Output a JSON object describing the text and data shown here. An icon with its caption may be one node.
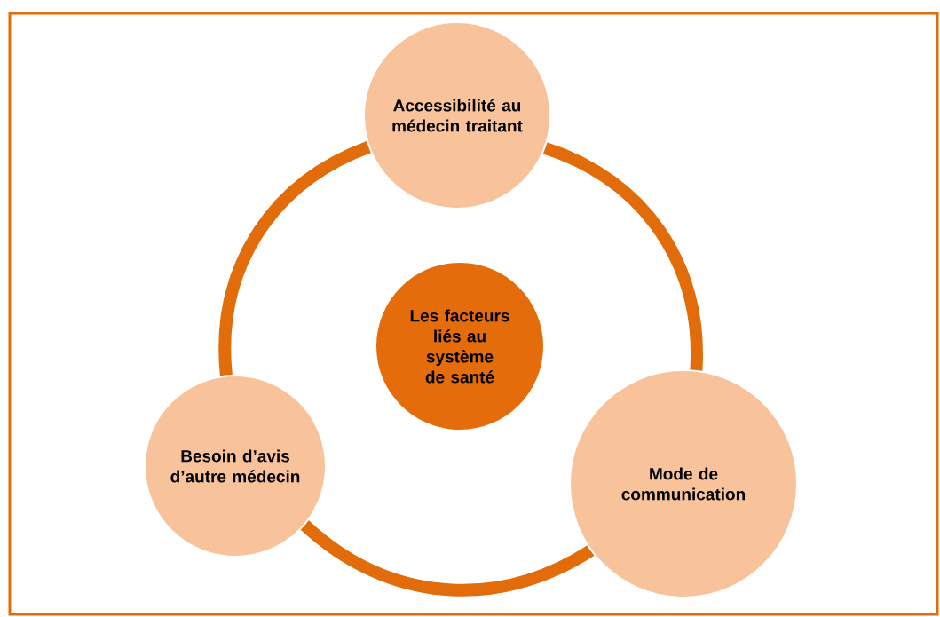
{
  "diagram": {
    "nodes": [
      {
        "text": [
          "Accessibilité au médecin traitant"
        ]
      },
      {
        "text": [
          "Les facteurs liés au système de santé"
        ]
      },
      {
        "text": [
          "Besoin d’avis d’autre médecin"
        ]
      },
      {
        "text": [
          "Mode de communication"
        ]
      }
    ],
    "edges": [
      {
        "from": 0,
        "to": 3,
        "arrow": "none"
      },
      {
        "from": 3,
        "to": 2,
        "arrow": "none"
      },
      {
        "from": 2,
        "to": 0,
        "arrow": "none"
      }
    ]
  }
}
